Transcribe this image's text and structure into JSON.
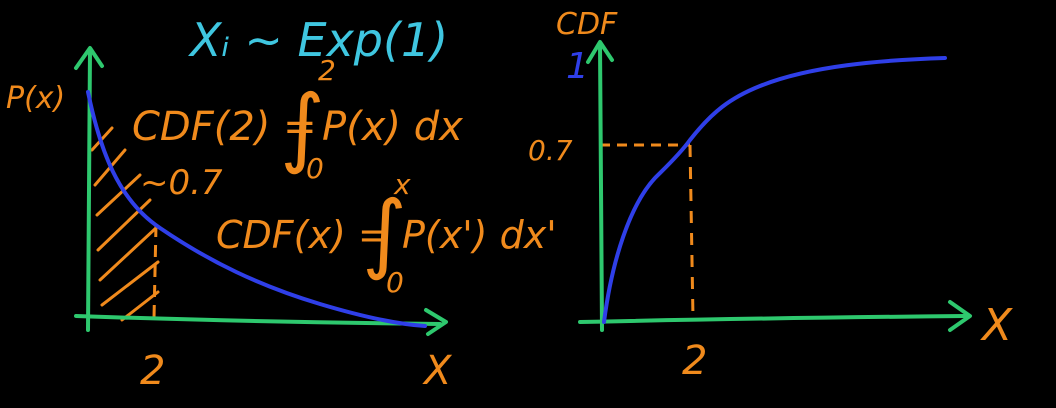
{
  "title": "Xᵢ ~ Exp(1)",
  "left_plot": {
    "y_label": "P(x)",
    "x_label": "X",
    "x_tick": "2",
    "shaded_area_label": "~0.7",
    "eq1": {
      "lhs": "CDF(2) =",
      "upper_limit": "2",
      "lower_limit": "0",
      "integrand": "P(x) dx"
    },
    "eq2": {
      "lhs": "CDF(x) =",
      "upper_limit": "x",
      "lower_limit": "0",
      "integrand": "P(x') dx'"
    }
  },
  "right_plot": {
    "y_label": "CDF",
    "y_max_label": "1",
    "y_mark_label": "0.7",
    "x_label": "X",
    "x_tick": "2"
  },
  "colors": {
    "background": "#000000",
    "axes": "#2ec86e",
    "curve": "#2f3fe8",
    "annotation": "#f08a1c",
    "title": "#3fc6e0"
  }
}
